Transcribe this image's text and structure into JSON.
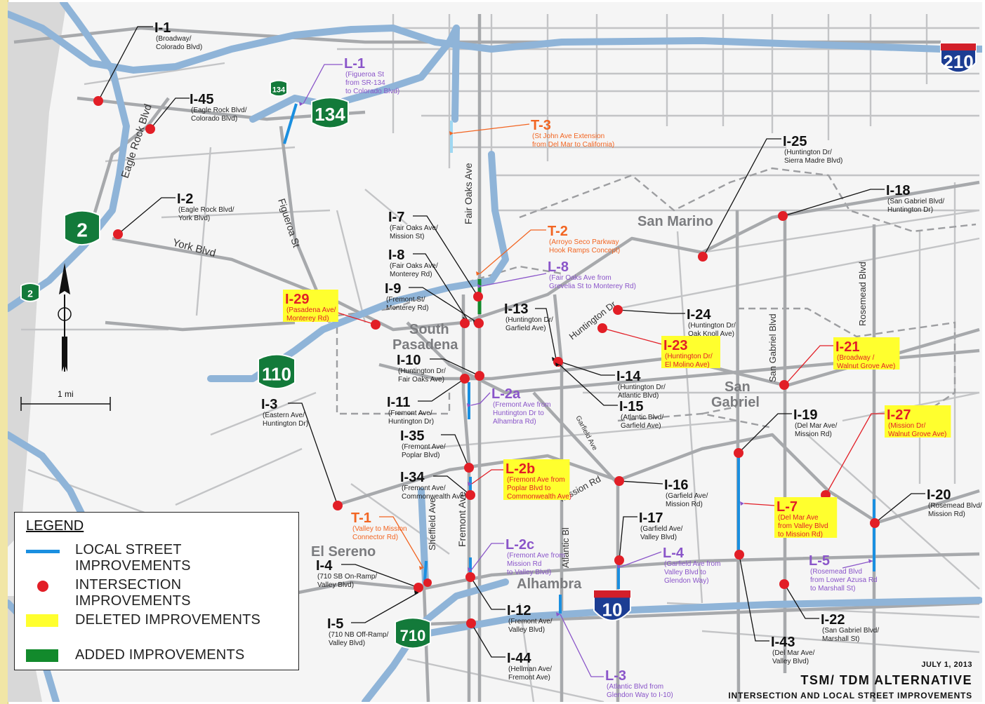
{
  "map": {
    "date": "JULY 1, 2013",
    "title": "TSM/ TDM ALTERNATIVE",
    "subtitle": "INTERSECTION AND LOCAL STREET IMPROVEMENTS",
    "scale_label": "1 mi",
    "colors": {
      "road": "#a7a9ac",
      "freeway": "#8fb4d8",
      "intersection": "#e21e26",
      "local": "#1a8fe0",
      "added": "#128a2c",
      "deleted": "#ffff2e",
      "T": "#f26522",
      "L": "#8a55c9",
      "shield_ca": "#137a3a",
      "shield_us": "#1c3d93"
    }
  },
  "legend": {
    "title": "LEGEND",
    "items": [
      {
        "label": "LOCAL STREET IMPROVEMENTS",
        "kind": "line",
        "color": "#1a8fe0"
      },
      {
        "label": "INTERSECTION IMPROVEMENTS",
        "kind": "dot",
        "color": "#e21e26"
      },
      {
        "label": "DELETED IMPROVEMENTS",
        "kind": "box",
        "color": "#ffff2e"
      },
      {
        "label": "ADDED IMPROVEMENTS",
        "kind": "box",
        "color": "#128a2c"
      }
    ]
  },
  "places": [
    "San Marino",
    "South",
    "Pasadena",
    "San",
    "Gabriel",
    "El Sereno",
    "Alhambra"
  ],
  "streets": [
    "Eagle Rock Blvd",
    "York Blvd",
    "Figueroa St",
    "Fair Oaks Ave",
    "Huntington Dr",
    "Mission Rd",
    "Garfield Ave",
    "San Gabriel Blvd",
    "Rosemead Blvd",
    "Sheffield Ave",
    "Fremont Ave",
    "Atlantic Bl"
  ],
  "shields": [
    {
      "text": "210",
      "type": "interstate"
    },
    {
      "text": "134",
      "type": "ca"
    },
    {
      "text": "134",
      "type": "ca-small"
    },
    {
      "text": "2",
      "type": "ca"
    },
    {
      "text": "2",
      "type": "ca-small"
    },
    {
      "text": "110",
      "type": "ca"
    },
    {
      "text": "10",
      "type": "interstate"
    },
    {
      "text": "710",
      "type": "ca"
    }
  ],
  "callouts": [
    {
      "id": "I-1",
      "desc": [
        "(Broadway/",
        "Colorado Blvd)"
      ]
    },
    {
      "id": "I-45",
      "desc": [
        "(Eagle Rock Blvd/",
        "Colorado Blvd)"
      ]
    },
    {
      "id": "L-1",
      "desc": [
        "(Figueroa St",
        "from SR-134",
        "to Colorado Blvd)"
      ]
    },
    {
      "id": "T-3",
      "desc": [
        "(St John Ave Extension",
        "from Del Mar to California)"
      ]
    },
    {
      "id": "I-25",
      "desc": [
        "(Huntington Dr/",
        "Sierra Madre Blvd)"
      ]
    },
    {
      "id": "I-2",
      "desc": [
        "(Eagle Rock Blvd/",
        "York Blvd)"
      ]
    },
    {
      "id": "I-18",
      "desc": [
        "(San Gabriel Blvd/",
        "Huntington Dr)"
      ]
    },
    {
      "id": "I-7",
      "desc": [
        "(Fair Oaks Ave/",
        "Mission St)"
      ]
    },
    {
      "id": "T-2",
      "desc": [
        "(Arroyo Seco Parkway",
        "Hook Ramps Concept)"
      ]
    },
    {
      "id": "I-8",
      "desc": [
        "(Fair Oaks Ave/",
        "Monterey Rd)"
      ]
    },
    {
      "id": "L-8",
      "desc": [
        "(Fair Oaks Ave from",
        "Grevelia St to Monterey Rd)"
      ]
    },
    {
      "id": "I-29",
      "desc": [
        "(Pasadena Ave/",
        "Monterey Rd)"
      ]
    },
    {
      "id": "I-9",
      "desc": [
        "(Fremont St/",
        "Monterey Rd)"
      ]
    },
    {
      "id": "I-13",
      "desc": [
        "(Huntington Dr/",
        "Garfield Ave)"
      ]
    },
    {
      "id": "I-24",
      "desc": [
        "(Huntington Dr/",
        "Oak Knoll Ave)"
      ]
    },
    {
      "id": "I-23",
      "desc": [
        "(Huntington Dr/",
        "El Molino Ave)"
      ]
    },
    {
      "id": "I-21",
      "desc": [
        "(Broadway /",
        "Walnut Grove Ave)"
      ]
    },
    {
      "id": "I-10",
      "desc": [
        "(Huntington Dr/",
        "Fair Oaks Ave)"
      ]
    },
    {
      "id": "I-14",
      "desc": [
        "(Huntington Dr/",
        "Atlantic Blvd)"
      ]
    },
    {
      "id": "I-15",
      "desc": [
        "(Atlantic Blvd/",
        "Garfield Ave)"
      ]
    },
    {
      "id": "L-2a",
      "desc": [
        "(Fremont Ave from",
        "Huntington Dr to",
        "Alhambra Rd)"
      ]
    },
    {
      "id": "I-11",
      "desc": [
        "(Fremont Ave/",
        "Huntington Dr)"
      ]
    },
    {
      "id": "I-3",
      "desc": [
        "(Eastern Ave/",
        "Huntington Dr)"
      ]
    },
    {
      "id": "I-19",
      "desc": [
        "(Del Mar Ave/",
        "Mission Rd)"
      ]
    },
    {
      "id": "I-27",
      "desc": [
        "(Mission Dr/",
        "Walnut Grove Ave)"
      ]
    },
    {
      "id": "I-35",
      "desc": [
        "(Fremont Ave/",
        "Poplar Blvd)"
      ]
    },
    {
      "id": "L-2b",
      "desc": [
        "(Fremont Ave from",
        "Poplar Blvd to",
        "Commonwealth Ave)"
      ]
    },
    {
      "id": "I-34",
      "desc": [
        "(Fremont Ave/",
        "Commonwealth Ave)"
      ]
    },
    {
      "id": "I-16",
      "desc": [
        "(Garfield Ave/",
        "Mission Rd)"
      ]
    },
    {
      "id": "I-20",
      "desc": [
        "(Rosemead Blvd/",
        "Mission Rd)"
      ]
    },
    {
      "id": "T-1",
      "desc": [
        "(Valley to Mission",
        "Connector Rd)"
      ]
    },
    {
      "id": "L-7",
      "desc": [
        "(Del Mar Ave",
        "from Valley Blvd",
        "to Mission Rd)"
      ]
    },
    {
      "id": "I-17",
      "desc": [
        "(Garfield Ave/",
        "Valley Blvd)"
      ]
    },
    {
      "id": "L-2c",
      "desc": [
        "(Fremont Ave from",
        "Mission Rd",
        "to Valley Blvd)"
      ]
    },
    {
      "id": "L-4",
      "desc": [
        "(Garfield Ave from",
        "Valley Blvd to",
        "Glendon Way)"
      ]
    },
    {
      "id": "L-5",
      "desc": [
        "(Rosemead Blvd",
        "from Lower Azusa Rd",
        "to Marshall St)"
      ]
    },
    {
      "id": "I-4",
      "desc": [
        "(710 SB On-Ramp/",
        "Valley Blvd)"
      ]
    },
    {
      "id": "I-12",
      "desc": [
        "(Fremont Ave/",
        "Valley Blvd)"
      ]
    },
    {
      "id": "I-22",
      "desc": [
        "(San Gabriel Blvd/",
        "Marshall St)"
      ]
    },
    {
      "id": "I-5",
      "desc": [
        "(710 NB Off-Ramp/",
        "Valley Blvd)"
      ]
    },
    {
      "id": "I-43",
      "desc": [
        "(Del Mar Ave/",
        "Valley Blvd)"
      ]
    },
    {
      "id": "I-44",
      "desc": [
        "(Hellman Ave/",
        "Fremont Ave)"
      ]
    },
    {
      "id": "L-3",
      "desc": [
        "(Atlantic Blvd from",
        "Glendon Way to I-10)"
      ]
    }
  ]
}
